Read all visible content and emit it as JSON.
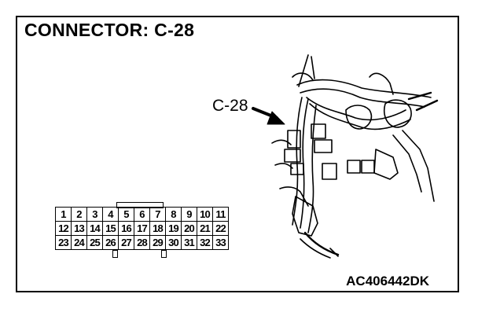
{
  "title": "CONNECTOR: C-28",
  "callout_label": "C-28",
  "figure_code": "AC406442DK",
  "pin_rows": [
    [
      "1",
      "2",
      "3",
      "4",
      "5",
      "6",
      "7",
      "8",
      "9",
      "10",
      "11"
    ],
    [
      "12",
      "13",
      "14",
      "15",
      "16",
      "17",
      "18",
      "19",
      "20",
      "21",
      "22"
    ],
    [
      "23",
      "24",
      "25",
      "26",
      "27",
      "28",
      "29",
      "30",
      "31",
      "32",
      "33"
    ]
  ]
}
